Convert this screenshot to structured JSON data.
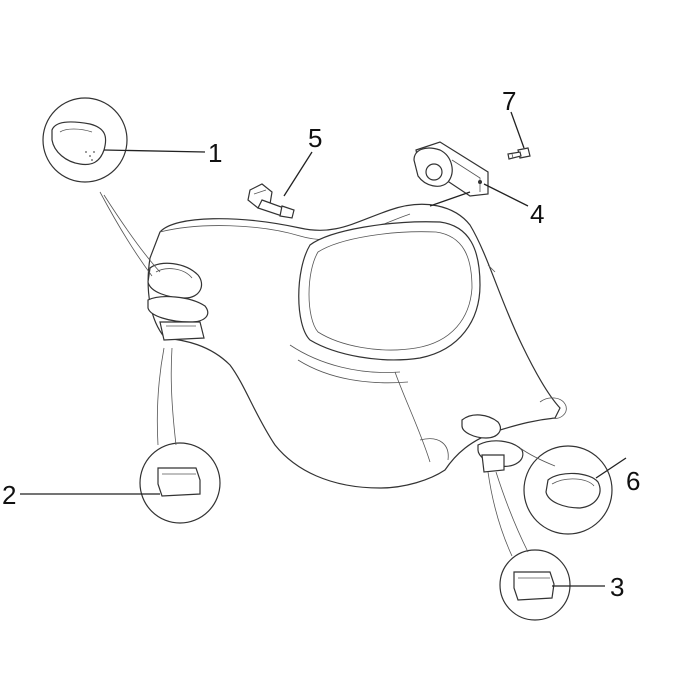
{
  "callouts": [
    {
      "number": "1"
    },
    {
      "number": "2"
    },
    {
      "number": "3"
    },
    {
      "number": "4"
    },
    {
      "number": "5"
    },
    {
      "number": "6"
    },
    {
      "number": "7"
    }
  ],
  "colors": {
    "line": "#222222",
    "outline": "#333333",
    "background": "#ffffff"
  }
}
